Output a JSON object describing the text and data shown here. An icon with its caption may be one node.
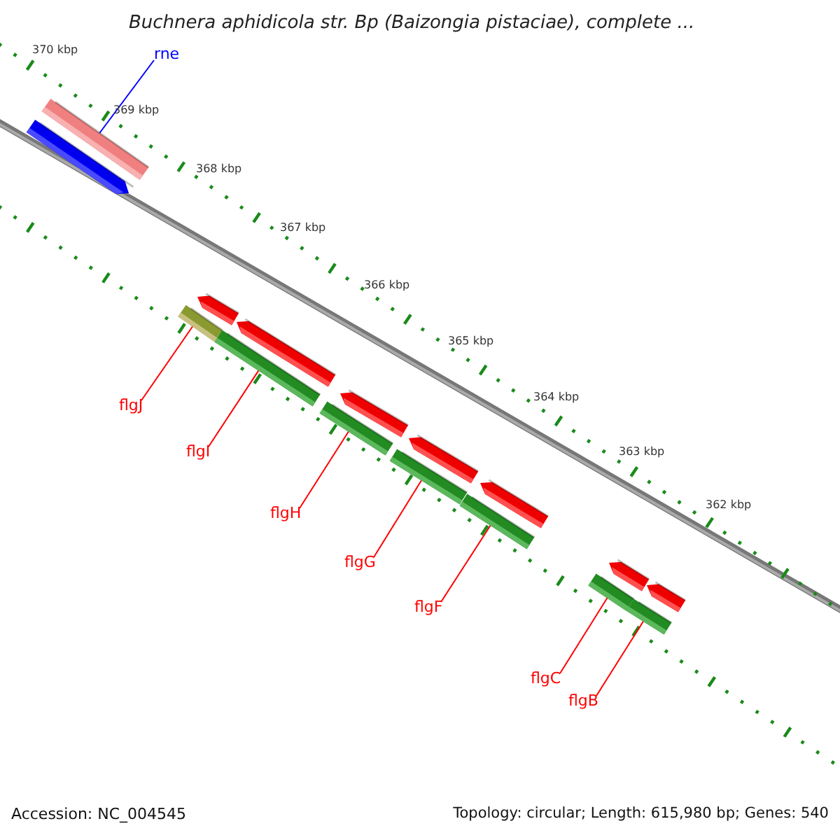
{
  "diagram": {
    "title": "Buchnera aphidicola str. Bp (Baizongia pistaciae), complete ...",
    "nodes": [
      {
        "text": [
          "rne"
        ]
      },
      {
        "text": [
          "flgJ"
        ]
      },
      {
        "text": [
          "flgI"
        ]
      },
      {
        "text": [
          "flgH"
        ]
      },
      {
        "text": [
          "flgG"
        ]
      },
      {
        "text": [
          "flgF"
        ]
      },
      {
        "text": [
          "flgC"
        ]
      },
      {
        "text": [
          "flgB"
        ]
      },
      {
        "text": [],
        "shape": "bar"
      },
      {
        "text": [],
        "shape": "bar"
      },
      {
        "text": [],
        "shape": "bar"
      },
      {
        "text": [],
        "shape": "bar"
      },
      {
        "text": [],
        "shape": "bar"
      },
      {
        "text": [],
        "shape": "bar"
      },
      {
        "text": [],
        "shape": "bar"
      },
      {
        "text": [],
        "shape": "bar"
      },
      {
        "text": [],
        "shape": "bar"
      },
      {
        "text": [],
        "shape": "bar"
      },
      {
        "text": [],
        "shape": "bar"
      },
      {
        "text": [],
        "shape": "bar"
      },
      {
        "text": [],
        "shape": "bar"
      },
      {
        "text": [],
        "shape": "bar"
      },
      {
        "text": [],
        "shape": "bar"
      },
      {
        "text": [],
        "shape": "bar"
      }
    ],
    "edges": [
      {
        "from": 0,
        "to": 8,
        "arrow": "none",
        "color": "#0000ff"
      },
      {
        "from": 1,
        "to": 11,
        "arrow": "none"
      },
      {
        "from": 2,
        "to": 13,
        "arrow": "none"
      },
      {
        "from": 3,
        "to": 15,
        "arrow": "none"
      },
      {
        "from": 4,
        "to": 17,
        "arrow": "none"
      },
      {
        "from": 5,
        "to": 19,
        "arrow": "none"
      },
      {
        "from": 6,
        "to": 20,
        "arrow": "none"
      },
      {
        "from": 7,
        "to": 23,
        "arrow": "none"
      }
    ],
    "labels": [
      "370 kbp",
      "369 kbp",
      "368 kbp",
      "367 kbp",
      "366 kbp",
      "365 kbp",
      "364 kbp",
      "363 kbp",
      "362 kbp",
      "Accession: NC_004545",
      "Topology: circular; Length: 615,980 bp; Genes: 540"
    ]
  }
}
